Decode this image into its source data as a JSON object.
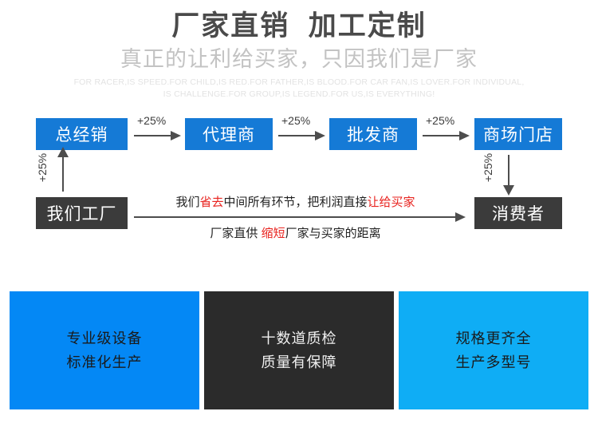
{
  "header": {
    "main_title": "厂家直销  加工定制",
    "sub_title": "真正的让利给买家，只因我们是厂家",
    "english_line1": "FOR RACER,IS SPEED.FOR CHILD,IS RED.FOR FATHER,IS BLOOD.FOR CAR FAN,IS LOVER.FOR INDIVIDUAL,",
    "english_line2": "IS CHALLENGE.FOR GROUP,IS LEGEND.FOR US,IS EVERYTHING!"
  },
  "flow": {
    "chain_boxes": [
      {
        "label": "总经销"
      },
      {
        "label": "代理商"
      },
      {
        "label": "批发商"
      },
      {
        "label": "商场门店"
      }
    ],
    "factory_box": {
      "label": "我们工厂"
    },
    "consumer_box": {
      "label": "消费者"
    },
    "markups": [
      {
        "label": "+25%"
      },
      {
        "label": "+25%"
      },
      {
        "label": "+25%"
      }
    ],
    "markup_up": "+25%",
    "markup_down": "+25%",
    "center_top": {
      "seg1": "我们",
      "seg2_red": "省去",
      "seg3": "中间所有环节，把利润直接",
      "seg4_red": "让给买家"
    },
    "center_bottom": {
      "seg1": "厂家直供 ",
      "seg2_red": "缩短",
      "seg3": "厂家与买家的距离"
    }
  },
  "panels": [
    {
      "line1": "专业级设备",
      "line2": "标准化生产",
      "color": "#0488f5"
    },
    {
      "line1": "十数道质检",
      "line2": "质量有保障",
      "color": "#2b2b2b"
    },
    {
      "line1": "规格更齐全",
      "line2": "生产多型号",
      "color": "#0fadf5"
    }
  ],
  "colors": {
    "title_gray": "#4a4a4a",
    "subtitle_gray": "#c3c3c3",
    "english_gray": "#e3e3e3",
    "box_blue": "#157ad6",
    "box_dark": "#3b3b3b",
    "accent_red": "#e8231f",
    "arrow_gray": "#4d4d4d"
  }
}
